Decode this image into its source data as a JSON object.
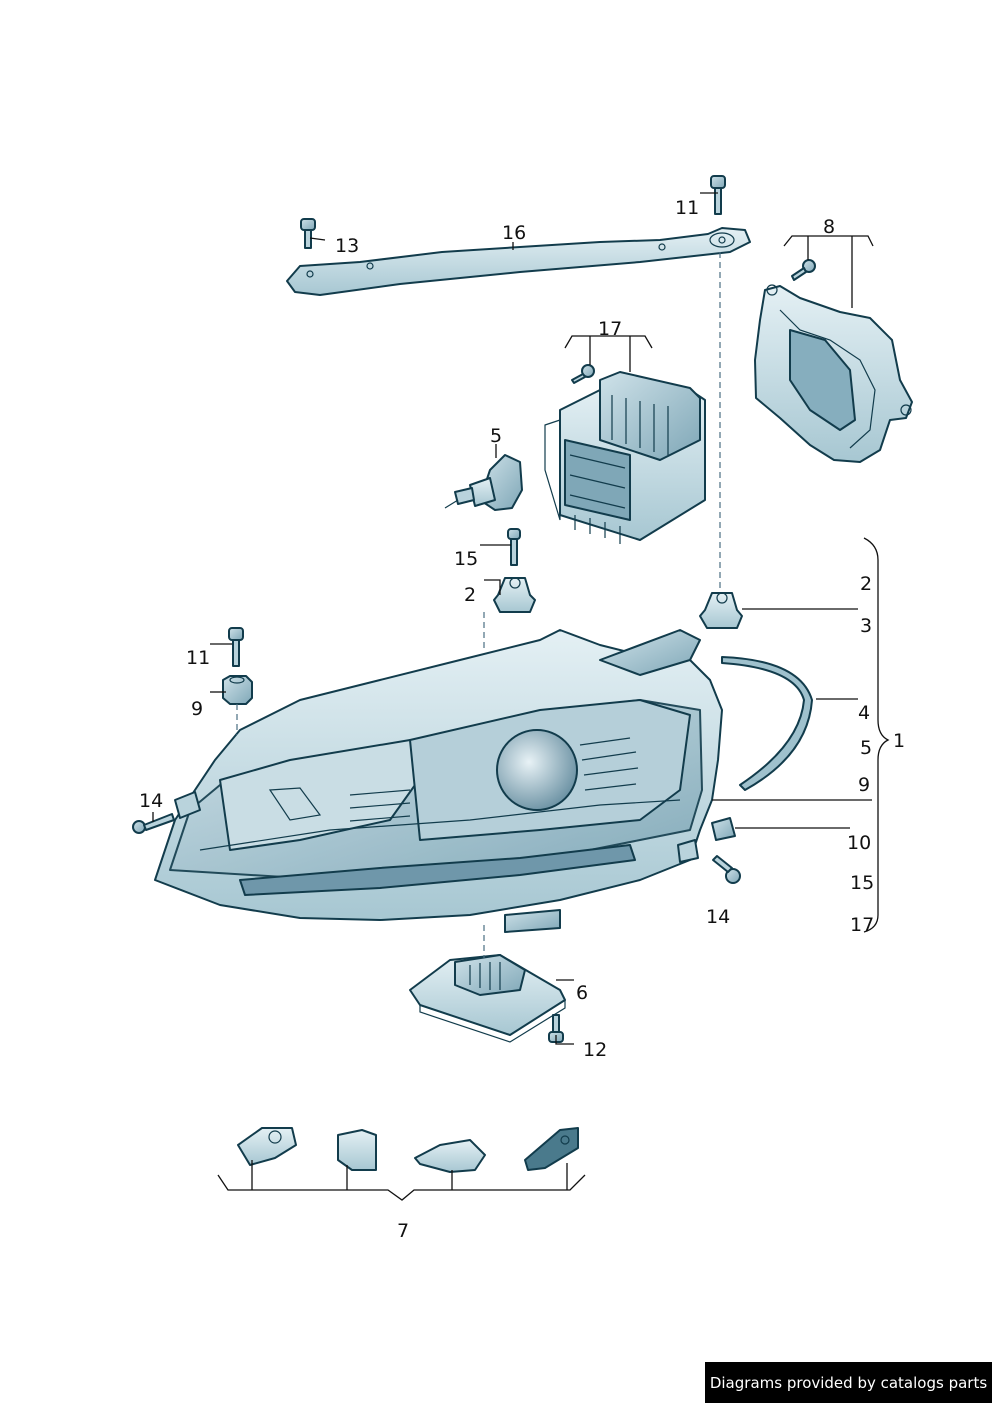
{
  "callouts": {
    "c1": "1",
    "c2a": "2",
    "c2b": "2",
    "c3": "3",
    "c4": "4",
    "c5a": "5",
    "c5b": "5",
    "c6": "6",
    "c7": "7",
    "c8": "8",
    "c9a": "9",
    "c9b": "9",
    "c10": "10",
    "c11a": "11",
    "c11b": "11",
    "c12": "12",
    "c13": "13",
    "c14a": "14",
    "c14b": "14",
    "c15a": "15",
    "c15b": "15",
    "c16": "16",
    "c17a": "17",
    "c17b": "17"
  },
  "credit": "Diagrams provided by catalogs parts",
  "colors": {
    "part_fill": "#d6e6ec",
    "part_shade": "#9fc1cd",
    "outline": "#123c4c",
    "lens": "#6f97aa"
  }
}
